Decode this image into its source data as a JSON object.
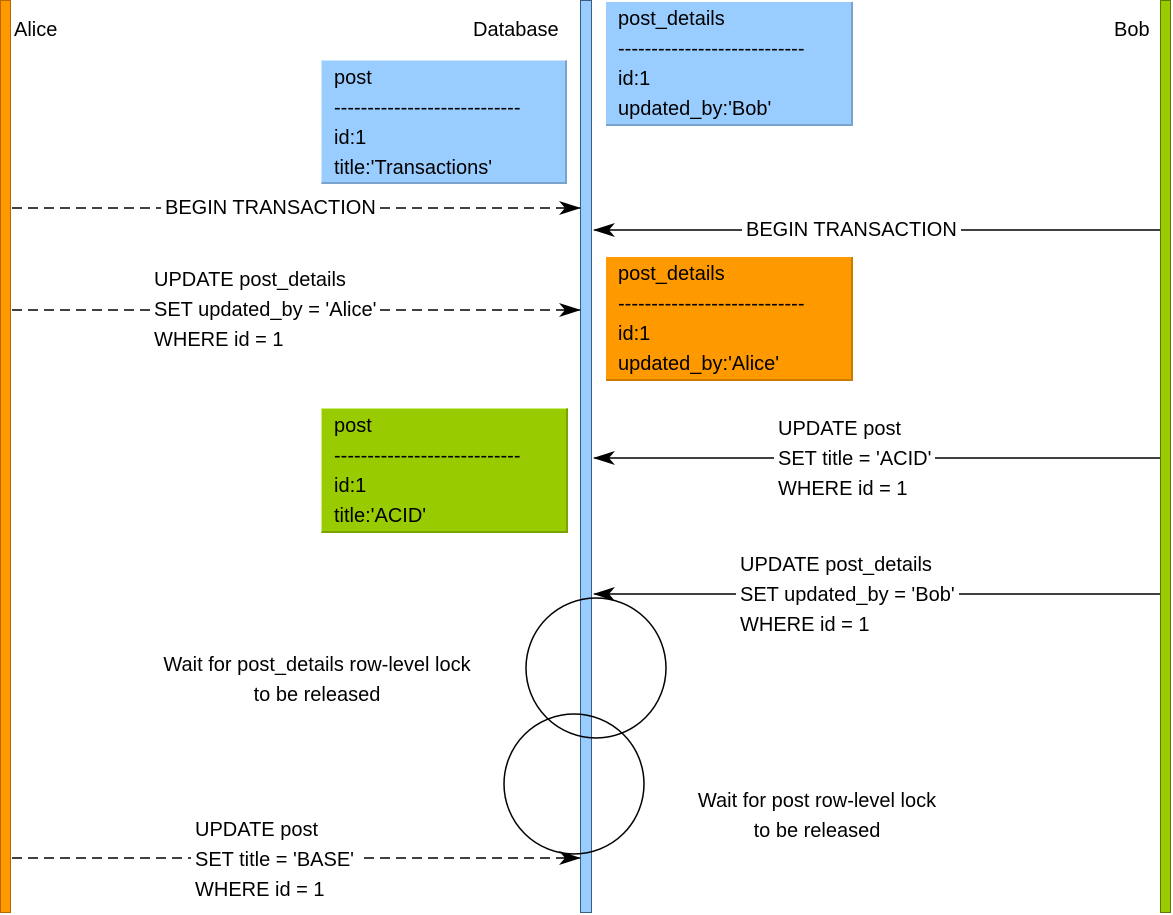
{
  "actors": {
    "alice": "Alice",
    "database": "Database",
    "bob": "Bob"
  },
  "rows": {
    "post_initial": [
      "post",
      "----------------------------",
      "id:1",
      "title:'Transactions'"
    ],
    "post_details_initial": [
      "post_details",
      "----------------------------",
      "id:1",
      "updated_by:'Bob'"
    ],
    "post_details_alice": [
      "post_details",
      "----------------------------",
      "id:1",
      "updated_by:'Alice'"
    ],
    "post_bob": [
      "post",
      "----------------------------",
      "id:1",
      "title:'ACID'"
    ]
  },
  "messages": {
    "alice_begin": "BEGIN TRANSACTION",
    "bob_begin": "BEGIN TRANSACTION",
    "alice_update_details": [
      "UPDATE post_details",
      "SET updated_by = 'Alice'",
      "WHERE id = 1"
    ],
    "bob_update_post": [
      "UPDATE post",
      "SET title = 'ACID'",
      "WHERE id = 1"
    ],
    "bob_update_details": [
      "UPDATE post_details",
      "SET updated_by = 'Bob'",
      "WHERE id = 1"
    ],
    "alice_update_post": [
      "UPDATE post",
      "SET title = 'BASE'",
      "WHERE id = 1"
    ]
  },
  "notes": {
    "wait_details_lock": [
      "Wait for post_details row-level lock",
      "to be released"
    ],
    "wait_post_lock": [
      "Wait for post row-level lock",
      "to be released"
    ]
  },
  "colors": {
    "alice": "#ff9900",
    "database": "#99ccff",
    "bob": "#99cc00"
  }
}
